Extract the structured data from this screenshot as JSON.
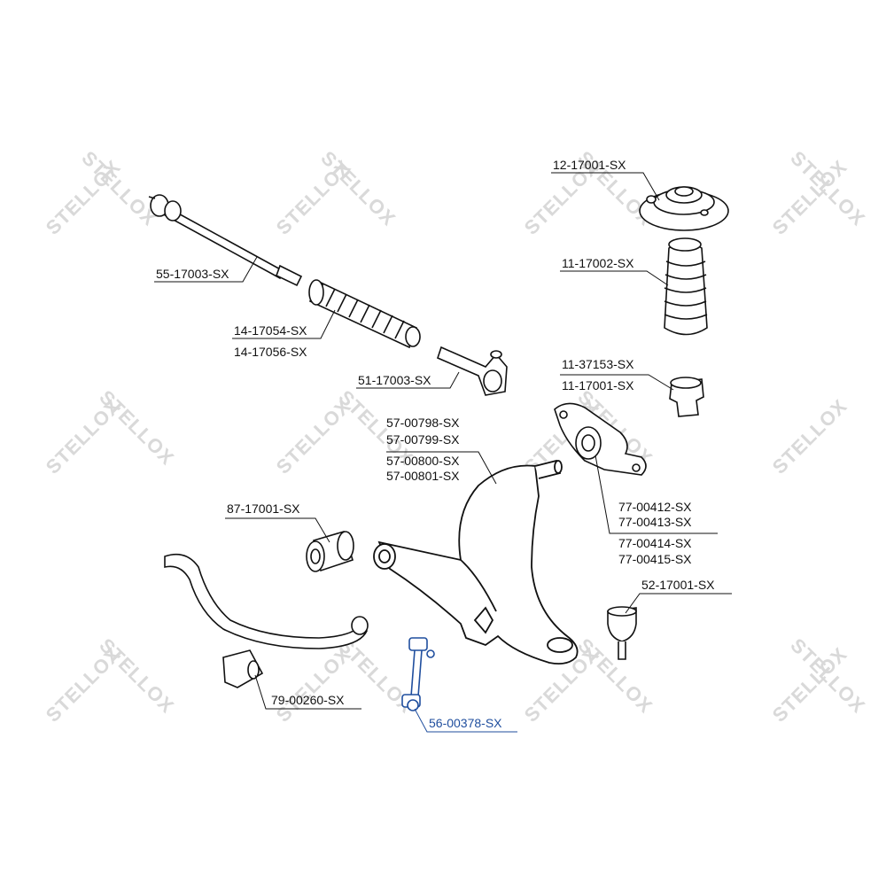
{
  "watermark": "STELLOX",
  "parts": {
    "p55_17003": "55-17003-SX",
    "p14_17054": "14-17054-SX",
    "p14_17056": "14-17056-SX",
    "p51_17003": "51-17003-SX",
    "p12_17001": "12-17001-SX",
    "p11_17002": "11-17002-SX",
    "p11_37153": "11-37153-SX",
    "p11_17001": "11-17001-SX",
    "p57_00798": "57-00798-SX",
    "p57_00799": "57-00799-SX",
    "p57_00800": "57-00800-SX",
    "p57_00801": "57-00801-SX",
    "p77_00412": "77-00412-SX",
    "p77_00413": "77-00413-SX",
    "p77_00414": "77-00414-SX",
    "p77_00415": "77-00415-SX",
    "p87_17001": "87-17001-SX",
    "p52_17001": "52-17001-SX",
    "p79_00260": "79-00260-SX",
    "p56_00378": "56-00378-SX"
  },
  "colors": {
    "line": "#111111",
    "highlight": "#1f4e9e",
    "watermark": "#d9d9d9"
  }
}
